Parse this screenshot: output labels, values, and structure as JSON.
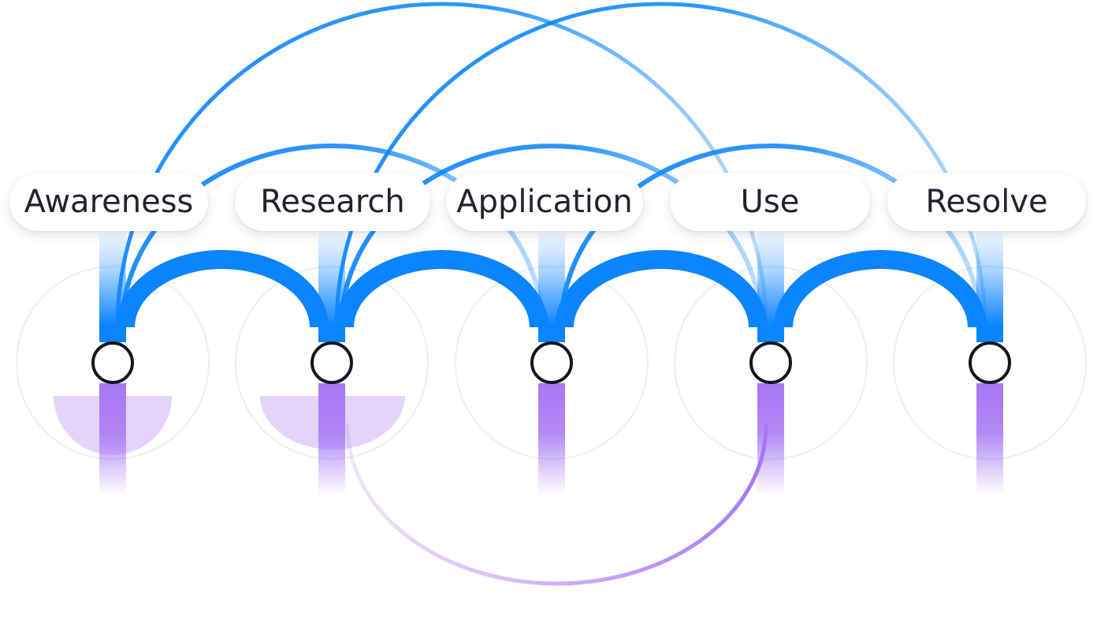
{
  "stages": [
    {
      "id": "awareness",
      "label": "Awareness"
    },
    {
      "id": "research",
      "label": "Research"
    },
    {
      "id": "application",
      "label": "Application"
    },
    {
      "id": "use",
      "label": "Use"
    },
    {
      "id": "resolve",
      "label": "Resolve"
    }
  ],
  "colors": {
    "flow": "#0a84ff",
    "return_flow": "#a677f4",
    "return_fan": "#e4d4fc",
    "node_fill": "#ffffff",
    "node_stroke": "#15151c",
    "label_text": "#22232e"
  },
  "flows": [
    {
      "from": "awareness",
      "to": "research",
      "type": "forward"
    },
    {
      "from": "research",
      "to": "application",
      "type": "forward"
    },
    {
      "from": "application",
      "to": "use",
      "type": "forward"
    },
    {
      "from": "use",
      "to": "resolve",
      "type": "forward"
    },
    {
      "from": "awareness",
      "to": "application",
      "type": "skip"
    },
    {
      "from": "research",
      "to": "use",
      "type": "skip"
    },
    {
      "from": "application",
      "to": "resolve",
      "type": "skip"
    },
    {
      "from": "awareness",
      "to": "use",
      "type": "long"
    },
    {
      "from": "research",
      "to": "resolve",
      "type": "long"
    },
    {
      "from": "research",
      "to": "use",
      "type": "return"
    }
  ]
}
